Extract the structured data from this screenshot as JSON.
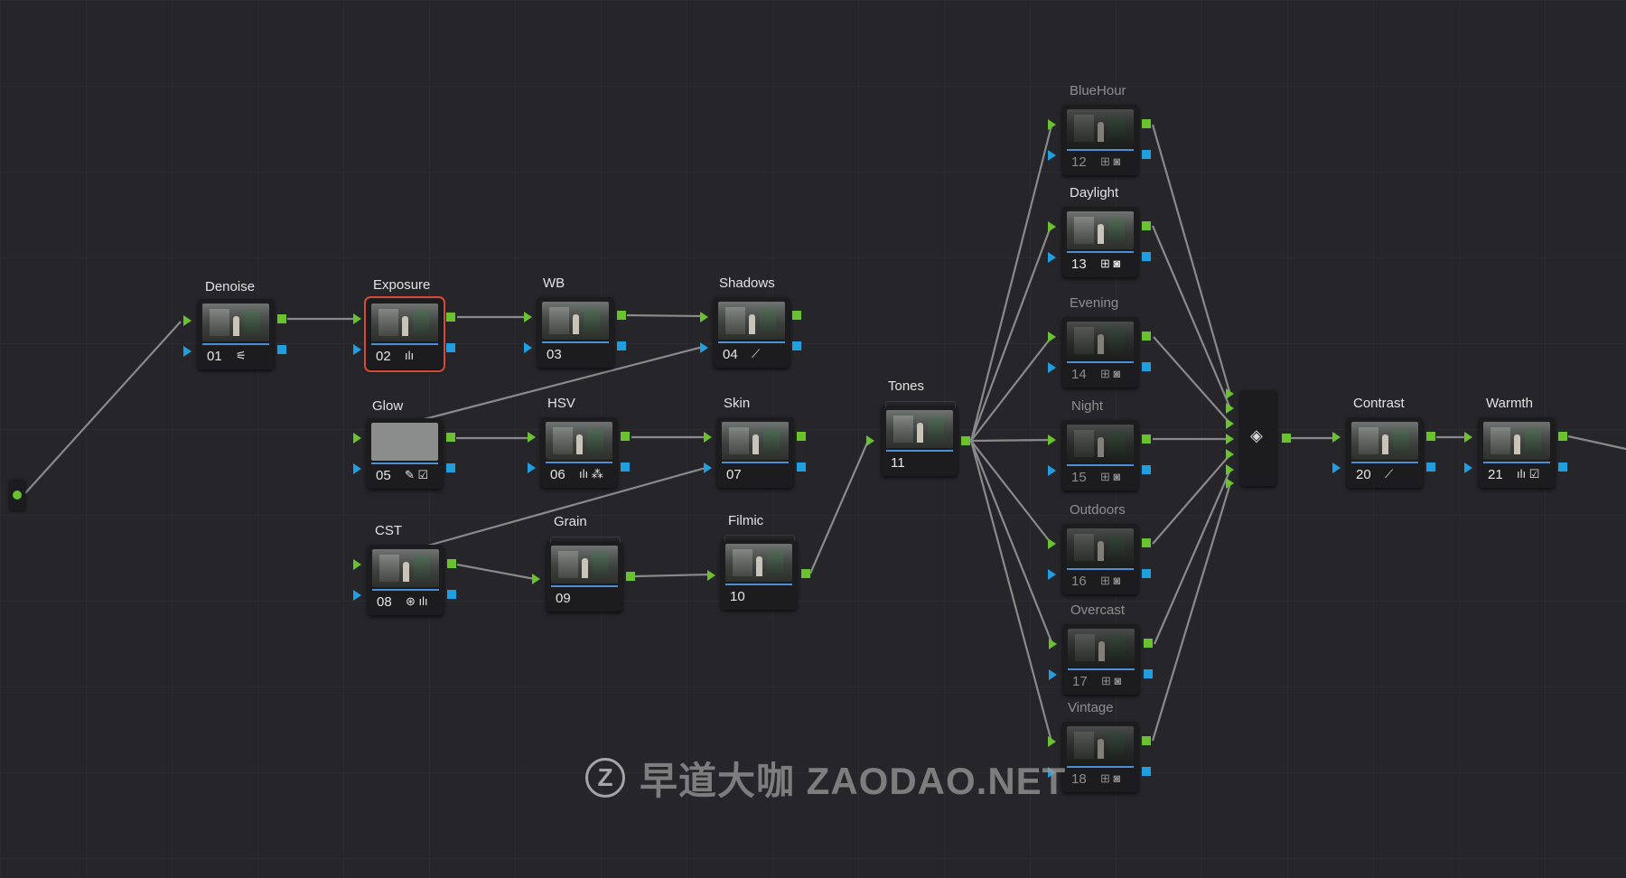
{
  "nodes": {
    "n01": {
      "label": "Denoise",
      "number": "01",
      "icon": "sliders-icon"
    },
    "n02": {
      "label": "Exposure",
      "number": "02",
      "icon": "bars-icon",
      "selected": true
    },
    "n03": {
      "label": "WB",
      "number": "03"
    },
    "n04": {
      "label": "Shadows",
      "number": "04",
      "icon": "curve-icon"
    },
    "n05": {
      "label": "Glow",
      "number": "05",
      "icon": "eyedropper-checkbox-icon"
    },
    "n06": {
      "label": "HSV",
      "number": "06",
      "icon": "bars-color-icon"
    },
    "n07": {
      "label": "Skin",
      "number": "07"
    },
    "n08": {
      "label": "CST",
      "number": "08",
      "icon": "effects-bars-icon"
    },
    "n09": {
      "label": "Grain",
      "number": "09"
    },
    "n10": {
      "label": "Filmic",
      "number": "10"
    },
    "n11": {
      "label": "Tones",
      "number": "11"
    },
    "n12": {
      "label": "BlueHour",
      "number": "12",
      "icon": "grid-camera-icon",
      "disabled": true
    },
    "n13": {
      "label": "Daylight",
      "number": "13",
      "icon": "grid-camera-icon"
    },
    "n14": {
      "label": "Evening",
      "number": "14",
      "icon": "grid-camera-icon",
      "disabled": true
    },
    "n15": {
      "label": "Night",
      "number": "15",
      "icon": "grid-camera-icon",
      "disabled": true
    },
    "n16": {
      "label": "Outdoors",
      "number": "16",
      "icon": "grid-camera-icon",
      "disabled": true
    },
    "n17": {
      "label": "Overcast",
      "number": "17",
      "icon": "grid-camera-icon",
      "disabled": true
    },
    "n18": {
      "label": "Vintage",
      "number": "18",
      "icon": "grid-camera-icon",
      "disabled": true
    },
    "n20": {
      "label": "Contrast",
      "number": "20",
      "icon": "curve-icon"
    },
    "n21": {
      "label": "Warmth",
      "number": "21",
      "icon": "bars-checkbox-icon"
    }
  },
  "layer_mixer": {
    "icon": "layers-icon"
  },
  "watermark": {
    "logo": "Z",
    "text": "早道大咖 ZAODAO.NET"
  },
  "colors": {
    "background": "#26262a",
    "rgb_link": "#69c22e",
    "alpha_link": "#1f9fe0",
    "selection": "#d44a36",
    "wire": "#8a8a8a"
  }
}
